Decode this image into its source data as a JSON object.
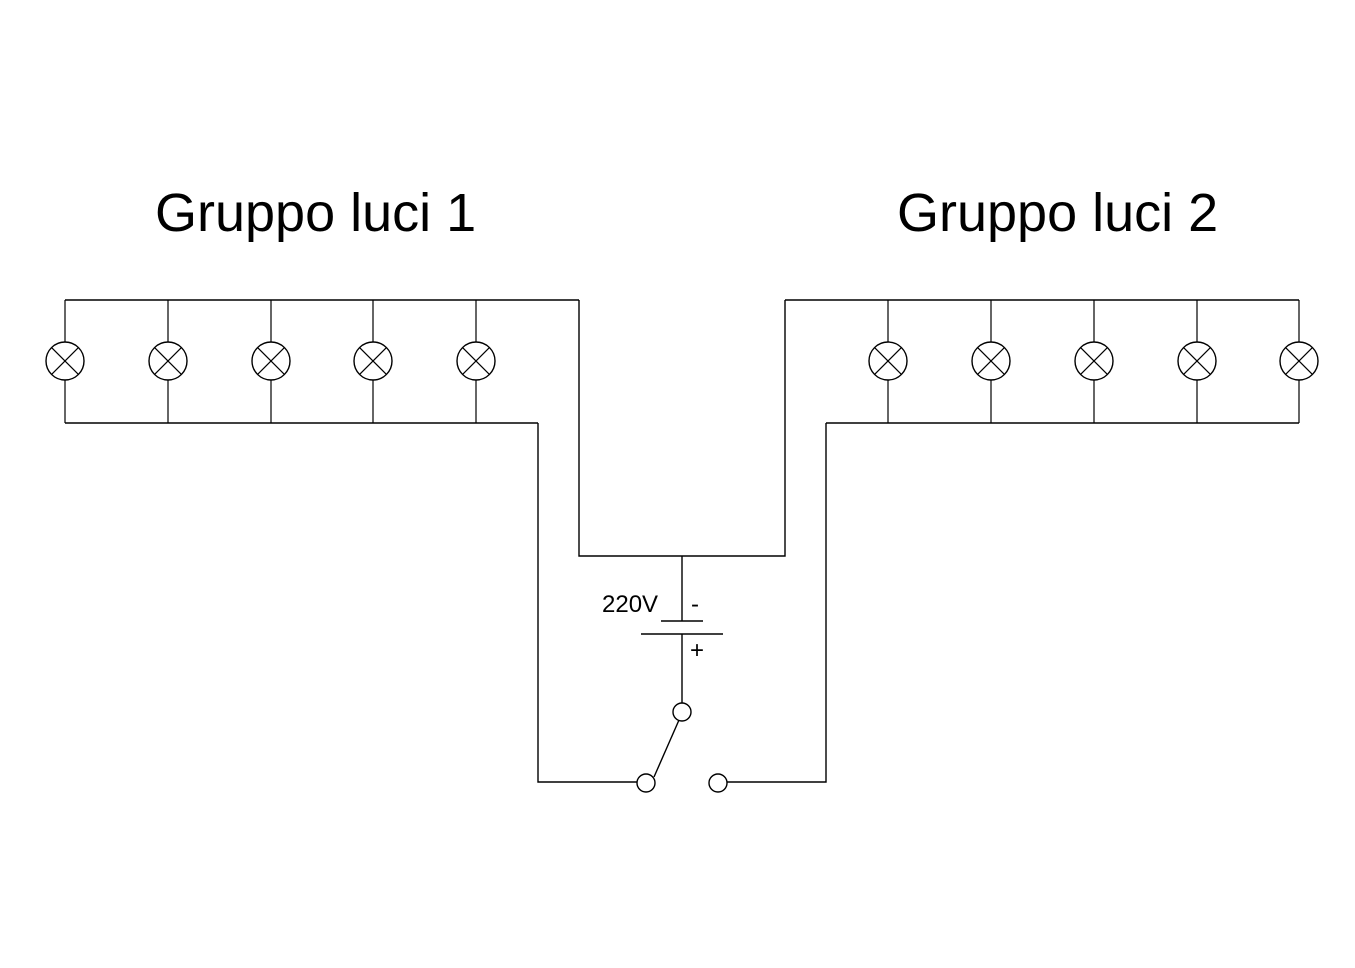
{
  "groups": [
    {
      "title": "Gruppo luci 1",
      "lamp_count": 5
    },
    {
      "title": "Gruppo luci 2",
      "lamp_count": 5
    }
  ],
  "battery": {
    "voltage_label": "220V",
    "negative_label": "-",
    "positive_label": "+"
  },
  "switch": {
    "state": "open"
  },
  "colors": {
    "line": "#000000",
    "background": "#ffffff"
  }
}
